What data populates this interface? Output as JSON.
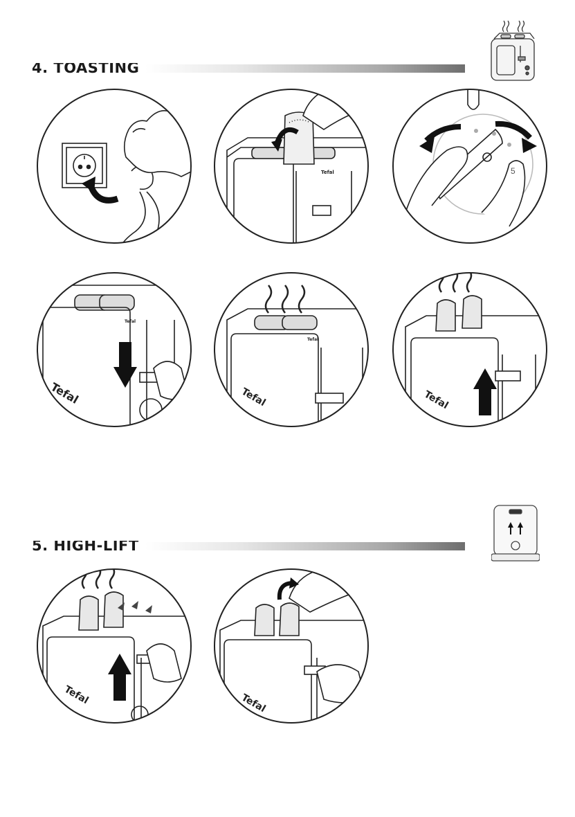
{
  "sections": {
    "toasting": {
      "title": "4. TOASTING"
    },
    "highlift": {
      "title": "5. HIGH-LIFT"
    }
  },
  "brand": "Tefal",
  "dial_number": "5",
  "colors": {
    "line": "#222222",
    "bar_dark": "#6e6e6e",
    "bar_light": "#ffffff"
  },
  "icons": [
    "toaster-steam-icon",
    "toaster-front-highlift-icon",
    "curved-arrow-icon",
    "down-arrow-icon",
    "up-arrow-icon"
  ]
}
